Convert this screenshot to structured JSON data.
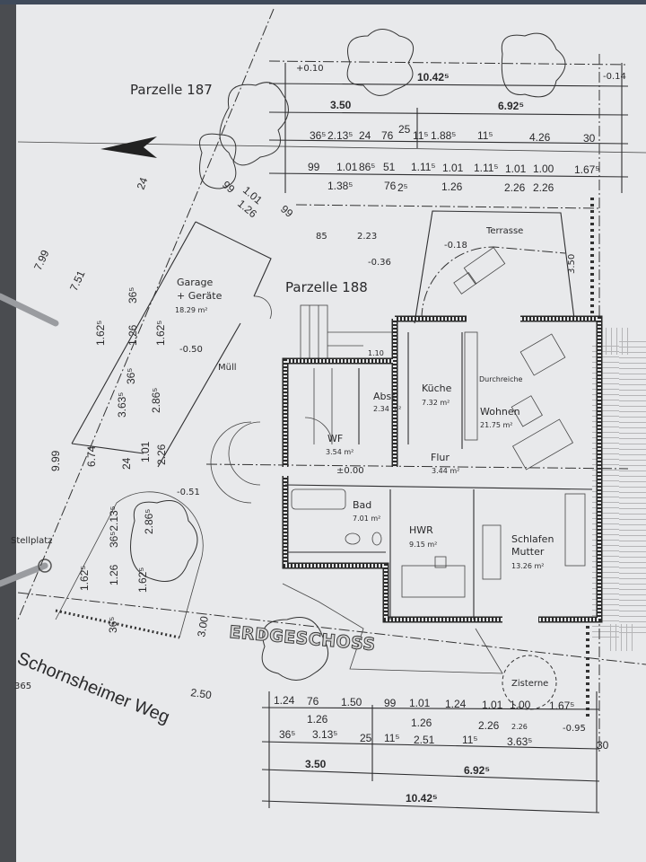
{
  "plan": {
    "parcels": {
      "p187": "Parzelle 187",
      "p188": "Parzelle 188"
    },
    "levels": {
      "top_left": "+0.10",
      "top_right": "-0.14",
      "garage": "-0.50",
      "parking": "-0.51",
      "terrace_left": "-0.36",
      "terrace": "-0.18",
      "floor": "±0.00",
      "bottom_right": "-0.95"
    },
    "top_dims": {
      "total": "10.42⁵",
      "left": "3.50",
      "right": "6.92⁵",
      "row1": [
        "36⁵",
        "2.13⁵",
        "24",
        "76",
        "25",
        "11⁵",
        "1.88⁵",
        "11⁵",
        "4.26",
        "30"
      ],
      "row2": [
        "99",
        "1.01",
        "86⁵",
        "51",
        "1.11⁵",
        "1.01",
        "1.11⁵",
        "1.01",
        "1.00",
        "1.67⁵"
      ],
      "row3": [
        "1.38⁵",
        "76",
        "2⁵",
        "1.26",
        "2.26",
        "2.26"
      ]
    },
    "garage_dims": {
      "d99a": "99",
      "d101": "1.01",
      "d126": "1.26",
      "d99b": "99",
      "d24": "24",
      "d799": "7.99",
      "d751": "7.51",
      "d999": "9.99",
      "d674": "6.74",
      "d1625a": "1.62⁵",
      "d365a": "36⁵",
      "d126b": "1.26",
      "d1625b": "1.62⁵",
      "d365b": "36⁵",
      "d3635": "3.63⁵",
      "d2865": "2.86⁵",
      "d24b": "24",
      "d101b": "1.01",
      "d226": "2.26"
    },
    "parking_dims": {
      "d1625a": "1.62⁵",
      "d126": "1.26",
      "d365213": "36⁵2.13⁵",
      "d2865": "2.86⁵",
      "d1625b": "1.62⁵",
      "d365": "36⁵",
      "d300": "3.00",
      "d250": "2.50"
    },
    "terrace_dims": {
      "d85": "85",
      "d223": "2.23",
      "d350": "3.50",
      "d110": "1.10"
    },
    "areas": {
      "garage": {
        "name1": "Garage",
        "name2": "+ Geräte",
        "area": "18.29 m²"
      },
      "muell": "Müll",
      "terrace": "Terrasse",
      "abst": {
        "name": "Abst",
        "area": "2.34 m²"
      },
      "kueche": {
        "name": "Küche",
        "area": "7.32 m²"
      },
      "durchreiche": "Durchreiche",
      "wohnen": {
        "name": "Wohnen",
        "area": "21.75 m²"
      },
      "wf": {
        "name": "WF",
        "area": "3.54 m²"
      },
      "flur": {
        "name": "Flur",
        "area": "3.44 m²"
      },
      "bad": {
        "name": "Bad",
        "area": "7.01 m²"
      },
      "hwr": {
        "name": "HWR",
        "area": "9.15 m²"
      },
      "schlafen": {
        "name1": "Schlafen",
        "name2": "Mutter",
        "area": "13.26 m²"
      },
      "zisterne": "Zisterne",
      "stellplatz": "Stellplatz"
    },
    "floor_title": "ERDGESCHOSS",
    "street": {
      "name": "Schornsheimer Weg",
      "number": "365"
    },
    "bottom_dims": {
      "row1": [
        "1.24",
        "76",
        "1.50",
        "99",
        "1.01",
        "1.24",
        "1.01",
        "1.00",
        "1.67⁵"
      ],
      "row1b": [
        "1.26",
        "1.26",
        "2.26",
        "2.26"
      ],
      "row2": [
        "36⁵",
        "3.13⁵",
        "25",
        "11⁵",
        "2.51",
        "11⁵",
        "3.63⁵",
        "30"
      ],
      "left": "3.50",
      "right": "6.92⁵",
      "total": "10.42⁵"
    }
  }
}
